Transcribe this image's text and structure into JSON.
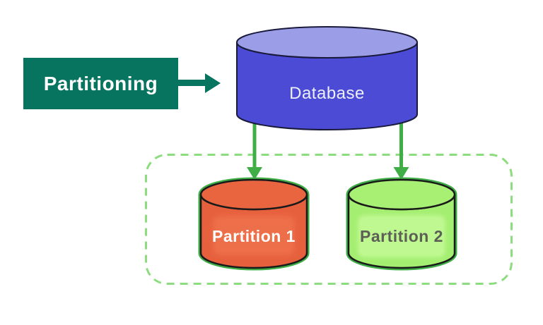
{
  "labels": {
    "partitioning": "Partitioning",
    "database": "Database",
    "partition1": "Partition 1",
    "partition2": "Partition 2"
  },
  "colors": {
    "teal": "#077460",
    "box_text": "#FFFFFF",
    "db_body": "#4B4BD5",
    "db_top": "#9C9DE7",
    "db_outline": "#1A1A3C",
    "db_text": "#EDEFFC",
    "arrow_green": "#3FAE47",
    "group_border": "#8EDC80",
    "cyl_outline": "#1A1A1A",
    "p1_body": "#E6603D",
    "p1_top": "#E8653F",
    "p1_glow": "#F57F56",
    "p1_text": "#FFFFFF",
    "p2_body": "#A4EE71",
    "p2_top": "#A7F074",
    "p2_glow": "#C3F995",
    "p2_text": "#5C5F56"
  }
}
